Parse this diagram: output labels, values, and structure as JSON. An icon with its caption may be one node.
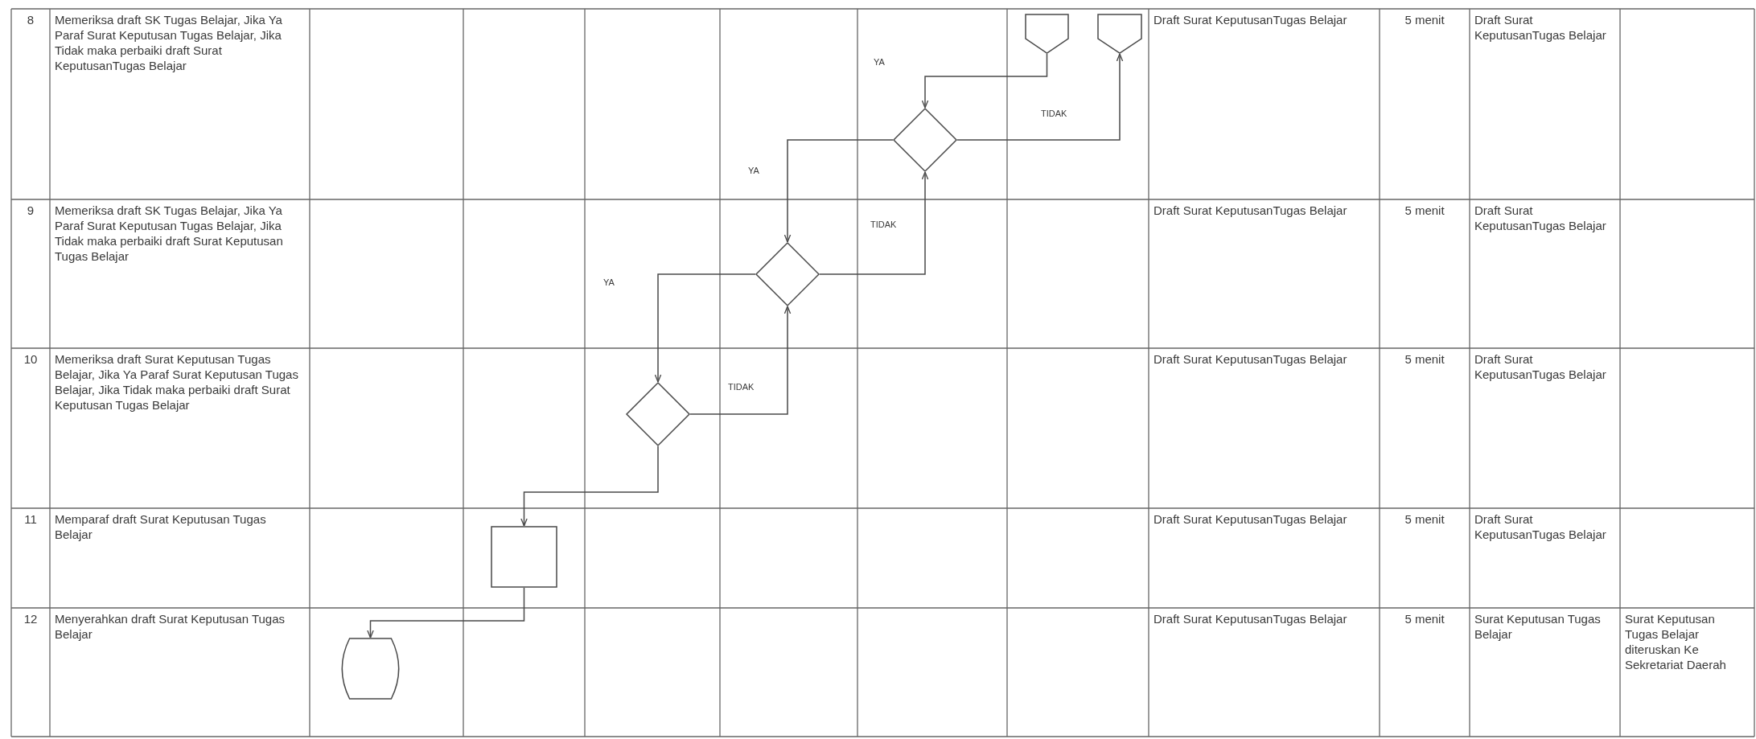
{
  "diagram": {
    "nodes": [
      {
        "text": [],
        "shape": "pentagon"
      },
      {
        "text": [],
        "shape": "pentagon"
      },
      {
        "text": [],
        "shape": "diamond"
      },
      {
        "text": [],
        "shape": "diamond"
      },
      {
        "text": [],
        "shape": "diamond"
      },
      {
        "text": [],
        "shape": "box"
      },
      {
        "text": [],
        "shape": "capsule"
      }
    ],
    "edges": [
      {
        "from": 0,
        "to": 2,
        "arrow": "to",
        "label": "YA"
      },
      {
        "from": 2,
        "to": 1,
        "arrow": "to",
        "label": "TIDAK"
      },
      {
        "from": 2,
        "to": 3,
        "arrow": "to",
        "label": "YA"
      },
      {
        "from": 3,
        "to": 2,
        "arrow": "to",
        "label": "TIDAK"
      },
      {
        "from": 3,
        "to": 4,
        "arrow": "to",
        "label": "YA"
      },
      {
        "from": 4,
        "to": 3,
        "arrow": "to",
        "label": "TIDAK"
      },
      {
        "from": 4,
        "to": 5,
        "arrow": "to"
      },
      {
        "from": 5,
        "to": 6,
        "arrow": "to"
      }
    ],
    "labels": [
      "8",
      "Memeriksa draft SK Tugas Belajar, Jika Ya Paraf Surat Keputusan Tugas Belajar, Jika Tidak maka perbaiki draft Surat KeputusanTugas Belajar",
      "Draft Surat KeputusanTugas Belajar",
      "5 menit",
      "Draft Surat KeputusanTugas Belajar",
      "9",
      "Memeriksa draft SK Tugas Belajar, Jika Ya Paraf Surat Keputusan Tugas Belajar, Jika Tidak maka perbaiki draft Surat Keputusan Tugas Belajar",
      "Draft Surat KeputusanTugas Belajar",
      "5 menit",
      "Draft Surat KeputusanTugas Belajar",
      "10",
      "Memeriksa draft Surat Keputusan Tugas Belajar, Jika Ya Paraf Surat Keputusan Tugas Belajar, Jika Tidak maka perbaiki draft Surat Keputusan Tugas Belajar",
      "Draft Surat KeputusanTugas Belajar",
      "5 menit",
      "Draft Surat KeputusanTugas Belajar",
      "11",
      "Memparaf draft Surat Keputusan Tugas Belajar",
      "Draft Surat KeputusanTugas Belajar",
      "5 menit",
      "Draft Surat KeputusanTugas Belajar",
      "12",
      "Menyerahkan draft Surat Keputusan Tugas Belajar",
      "Draft Surat KeputusanTugas Belajar",
      "5 menit",
      "Surat Keputusan Tugas Belajar",
      "Surat Keputusan Tugas Belajar diteruskan Ke Sekretariat Daerah"
    ]
  }
}
